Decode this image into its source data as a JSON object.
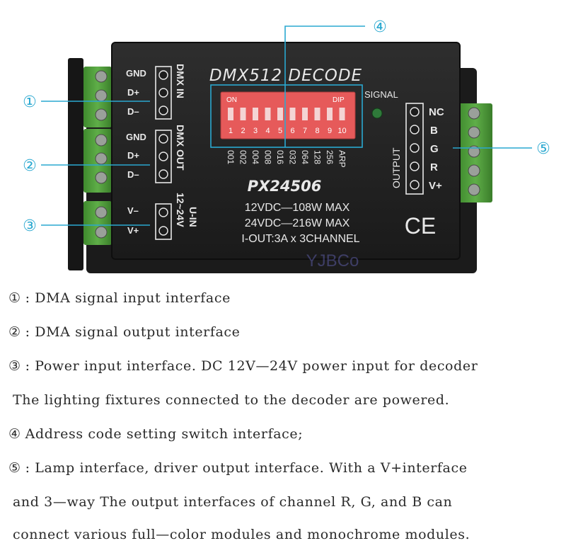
{
  "device": {
    "title": "DMX512 DECODE",
    "model": "PX24506",
    "specs": [
      "12VDC—108W MAX",
      "24VDC—216W MAX",
      "I-OUT:3A x 3CHANNEL"
    ],
    "signal_label": "SIGNAL",
    "output_label": "OUTPUT",
    "ce_mark": "CE",
    "watermark": "YJBCo",
    "dip": {
      "on_label": "ON",
      "dip_label": "DIP",
      "numbers": [
        "1",
        "2",
        "3",
        "4",
        "5",
        "6",
        "7",
        "8",
        "9",
        "10"
      ],
      "values": [
        "001",
        "002",
        "004",
        "008",
        "016",
        "032",
        "064",
        "128",
        "256",
        "ARP"
      ]
    },
    "dmx_in": {
      "label": "DMX IN",
      "pins": [
        "GND",
        "D+",
        "D–"
      ]
    },
    "dmx_out": {
      "label": "DMX OUT",
      "pins": [
        "GND",
        "D+",
        "D–"
      ]
    },
    "power": {
      "label_1": "U-IN",
      "label_2": "12~24V",
      "pins": [
        "V–",
        "V+"
      ]
    },
    "output_pins": [
      "NC",
      "B",
      "G",
      "R",
      "V+"
    ]
  },
  "callouts": [
    "①",
    "②",
    "③",
    "④",
    "⑤"
  ],
  "legend": [
    {
      "num": "①",
      "text": ": DMA signal input interface"
    },
    {
      "num": "②",
      "text": ": DMA signal output interface"
    },
    {
      "num": "③",
      "text": ": Power input interface. DC 12V—24V power input for decoder"
    },
    {
      "num": "",
      "text": "The lighting fixtures connected to the decoder are powered."
    },
    {
      "num": "④",
      "text": "Address code setting switch interface;"
    },
    {
      "num": "⑤",
      "text": ": Lamp interface, driver output interface. With a V+interface"
    },
    {
      "num": "",
      "text": "and 3—way The output interfaces of channel R, G, and B can"
    },
    {
      "num": "",
      "text": "connect various full—color modules and monochrome modules."
    }
  ],
  "colors": {
    "body": "#232323",
    "terminal": "#4e9a3c",
    "dip": "#e65a5a",
    "leader": "#2aa8d0",
    "signal_led": "#2f7a3a",
    "print": "#e8e8e8"
  }
}
